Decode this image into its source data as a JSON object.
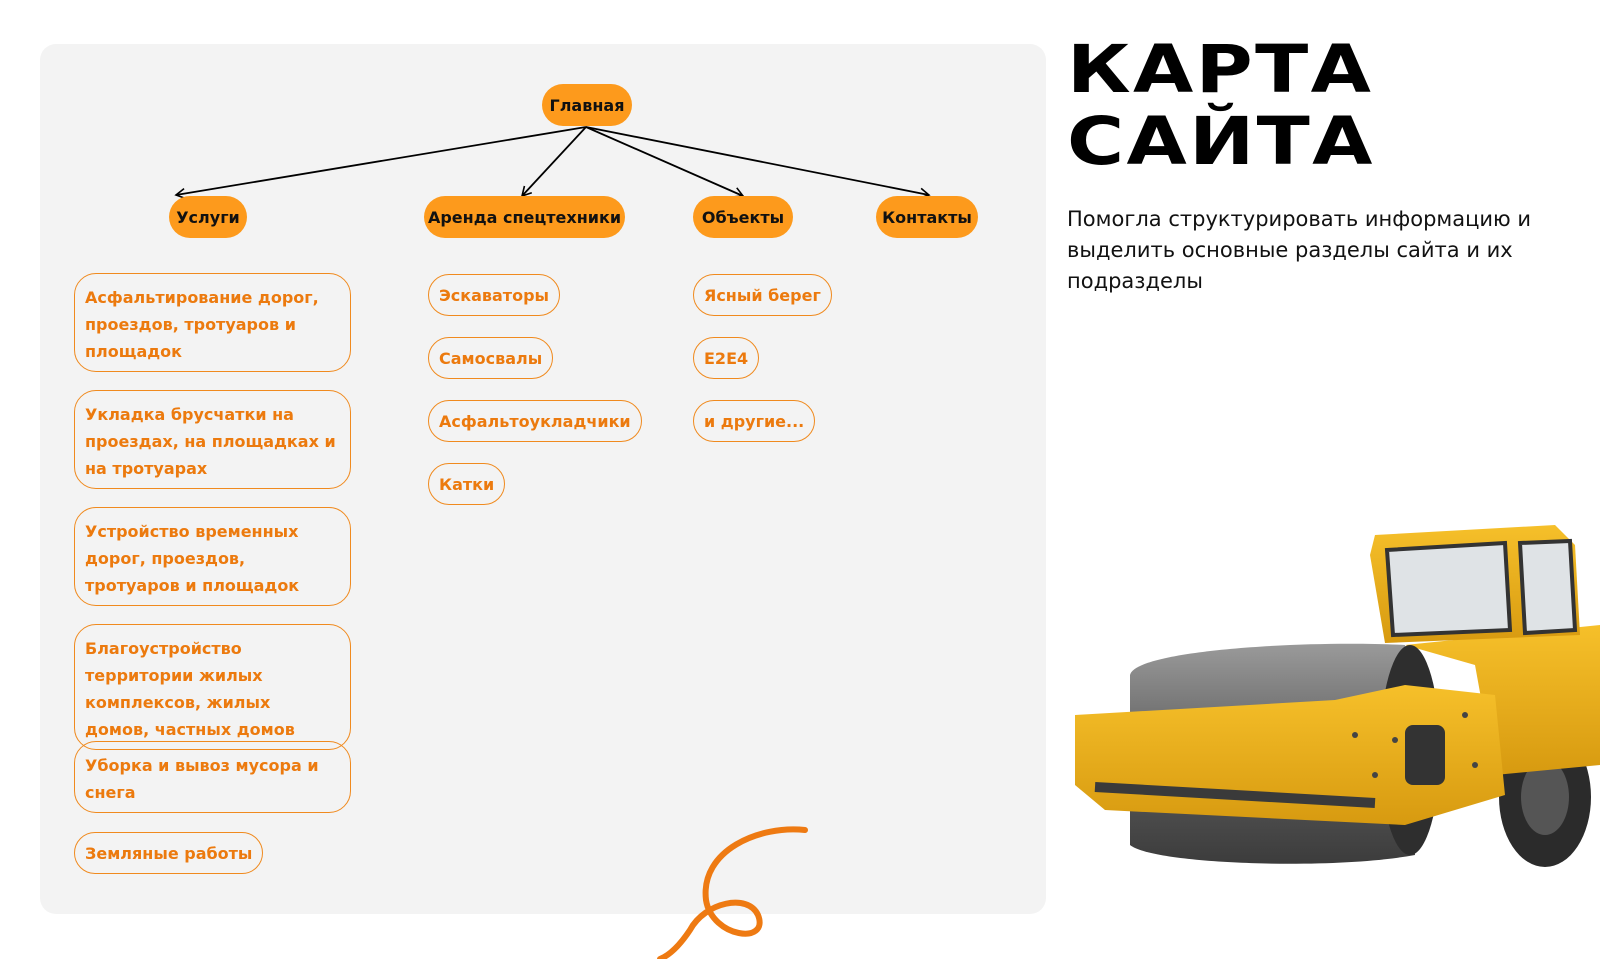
{
  "diagram": {
    "root": {
      "label": "Главная"
    },
    "sections": [
      {
        "label": "Услуги"
      },
      {
        "label": "Аренда спецтехники"
      },
      {
        "label": "Объекты"
      },
      {
        "label": "Контакты"
      }
    ],
    "services": [
      "Асфальтирование дорог, проездов, тротуаров и площадок",
      "Укладка брусчатки на проездах, на площадках и на тротуарах",
      "Устройство временных дорог, проездов, тротуаров и площадок",
      "Благоустройство территории жилых комплексов, жилых домов, частных домов",
      "Уборка и вывоз мусора и снега",
      "Земляные работы"
    ],
    "rental": [
      "Эскаваторы",
      "Самосвалы",
      "Асфальтоукладчики",
      "Катки"
    ],
    "objects": [
      "Ясный берег",
      "E2E4",
      "и другие..."
    ]
  },
  "info": {
    "title_line1": "КАРТА",
    "title_line2": "САЙТА",
    "description": "Помогла структурировать информацию и выделить основные разделы сайта и их подразделы"
  },
  "colors": {
    "accent": "#fd9a1c",
    "accent_text": "#ec7a0e",
    "panel": "#f3f3f3"
  },
  "image": {
    "subject": "road-roller-image"
  }
}
